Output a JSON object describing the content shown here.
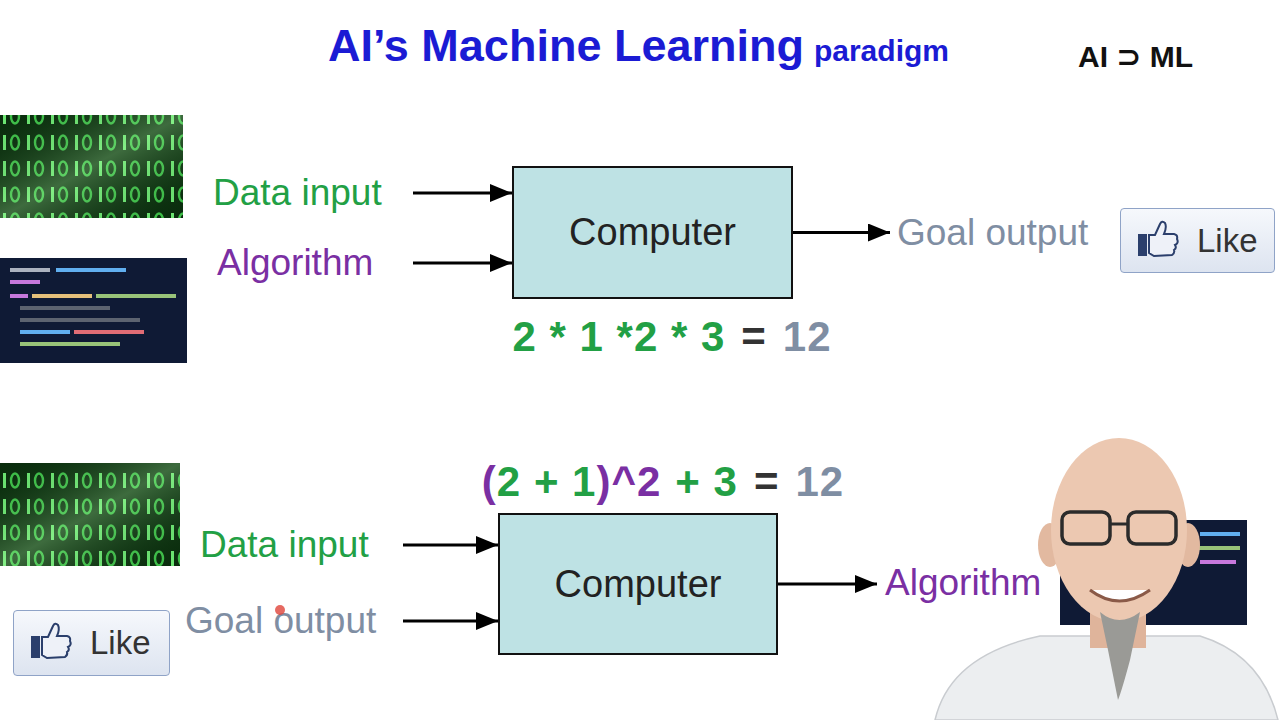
{
  "diagram": {
    "title": "AI’s Machine Learning",
    "nodes": [
      {
        "text": [
          "Data input"
        ]
      },
      {
        "text": [
          "Algorithm"
        ]
      },
      {
        "text": [
          "Computer"
        ]
      },
      {
        "text": [
          "Goal output"
        ]
      },
      {
        "text": [
          "Like"
        ]
      },
      {
        "text": [
          "Data input"
        ]
      },
      {
        "text": [
          "Like"
        ]
      },
      {
        "text": [
          "Goal output"
        ]
      },
      {
        "text": [
          "Computer"
        ]
      },
      {
        "text": [
          "Algorithm"
        ]
      }
    ],
    "edges": [
      {
        "from": 0,
        "to": 2,
        "arrow": "to"
      },
      {
        "from": 1,
        "to": 2,
        "arrow": "to"
      },
      {
        "from": 2,
        "to": 3,
        "arrow": "to"
      },
      {
        "from": 5,
        "to": 8,
        "arrow": "to"
      },
      {
        "from": 7,
        "to": 8,
        "arrow": "to"
      },
      {
        "from": 8,
        "to": 9,
        "arrow": "to"
      }
    ],
    "labels": [
      "paradigm",
      "AI ⊃ ML",
      "2 * 1 *2 * 3",
      "=",
      "12",
      "(",
      "2 + 1",
      ")^2",
      "+ 3",
      "=",
      "12"
    ]
  }
}
